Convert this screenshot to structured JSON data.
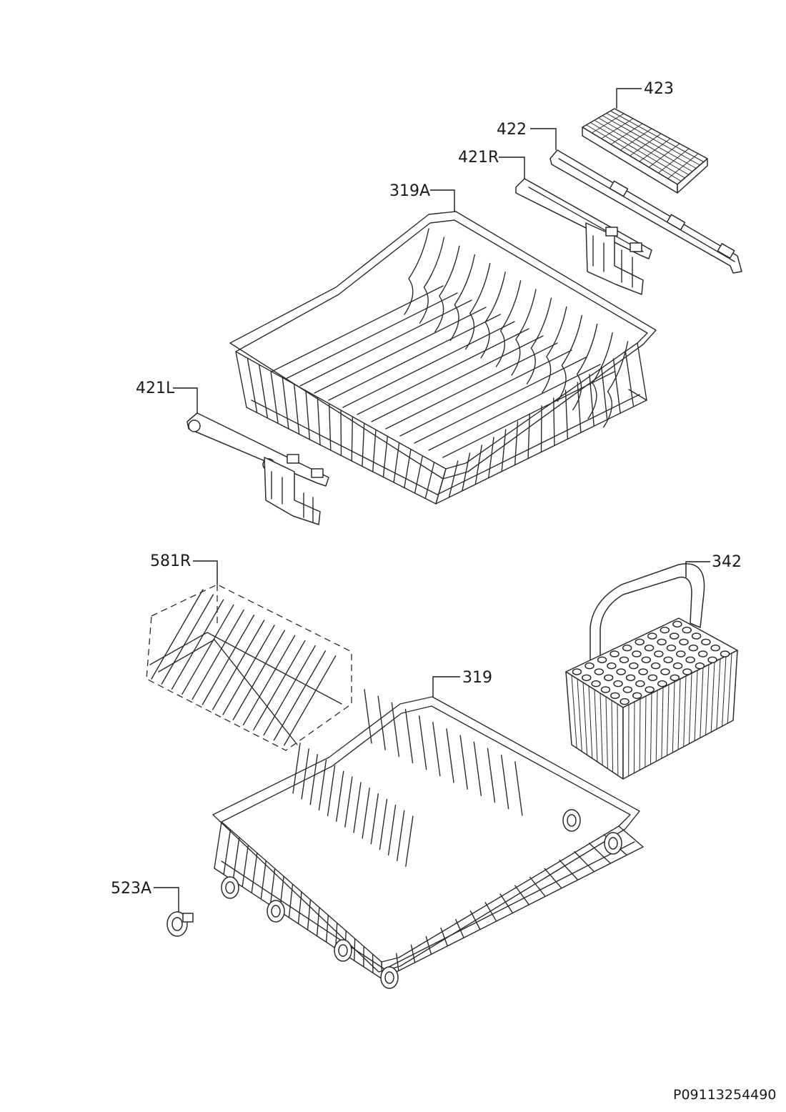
{
  "diagram": {
    "reference_code": "P09113254490",
    "callouts": [
      {
        "id": "423",
        "label": "423"
      },
      {
        "id": "422",
        "label": "422"
      },
      {
        "id": "421R",
        "label": "421R"
      },
      {
        "id": "319A",
        "label": "319A"
      },
      {
        "id": "421L",
        "label": "421L"
      },
      {
        "id": "581R",
        "label": "581R"
      },
      {
        "id": "342",
        "label": "342"
      },
      {
        "id": "319",
        "label": "319"
      },
      {
        "id": "523A",
        "label": "523A"
      }
    ]
  }
}
